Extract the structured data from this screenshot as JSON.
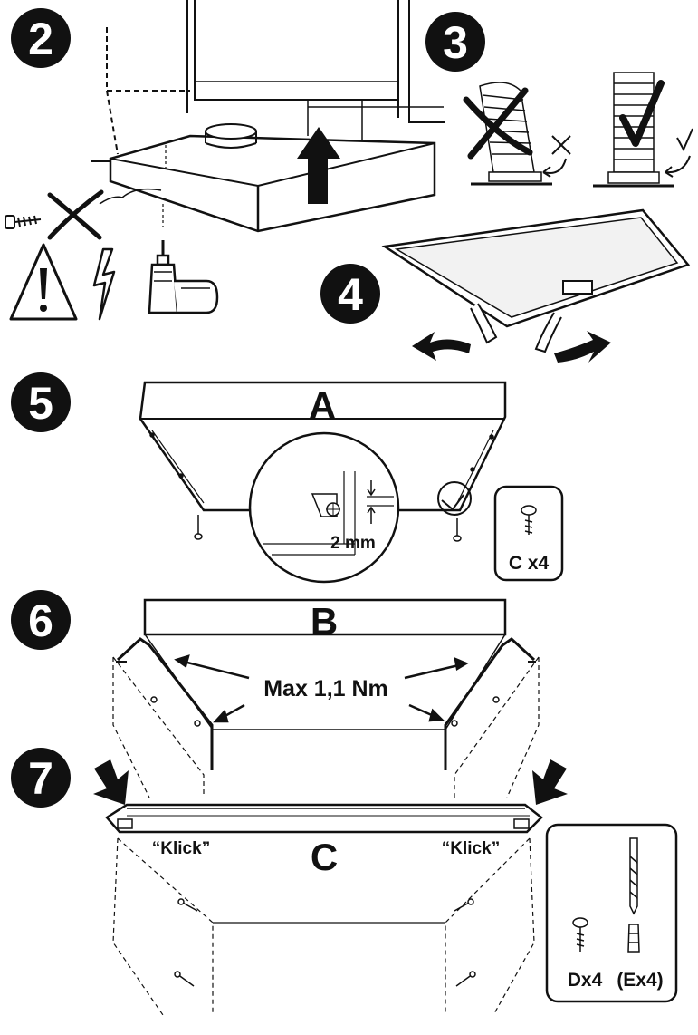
{
  "steps": [
    "2",
    "3",
    "4",
    "5",
    "6",
    "7"
  ],
  "panel_labels": {
    "a": "A",
    "b": "B",
    "c": "C"
  },
  "callouts": {
    "gap": "2 mm",
    "torque": "Max 1,1 Nm",
    "klick_left": "“Klick”",
    "klick_right": "“Klick”"
  },
  "parts": {
    "screws_c": "C x4",
    "screws_d": "Dx4",
    "plugs_e": "(Ex4)"
  }
}
